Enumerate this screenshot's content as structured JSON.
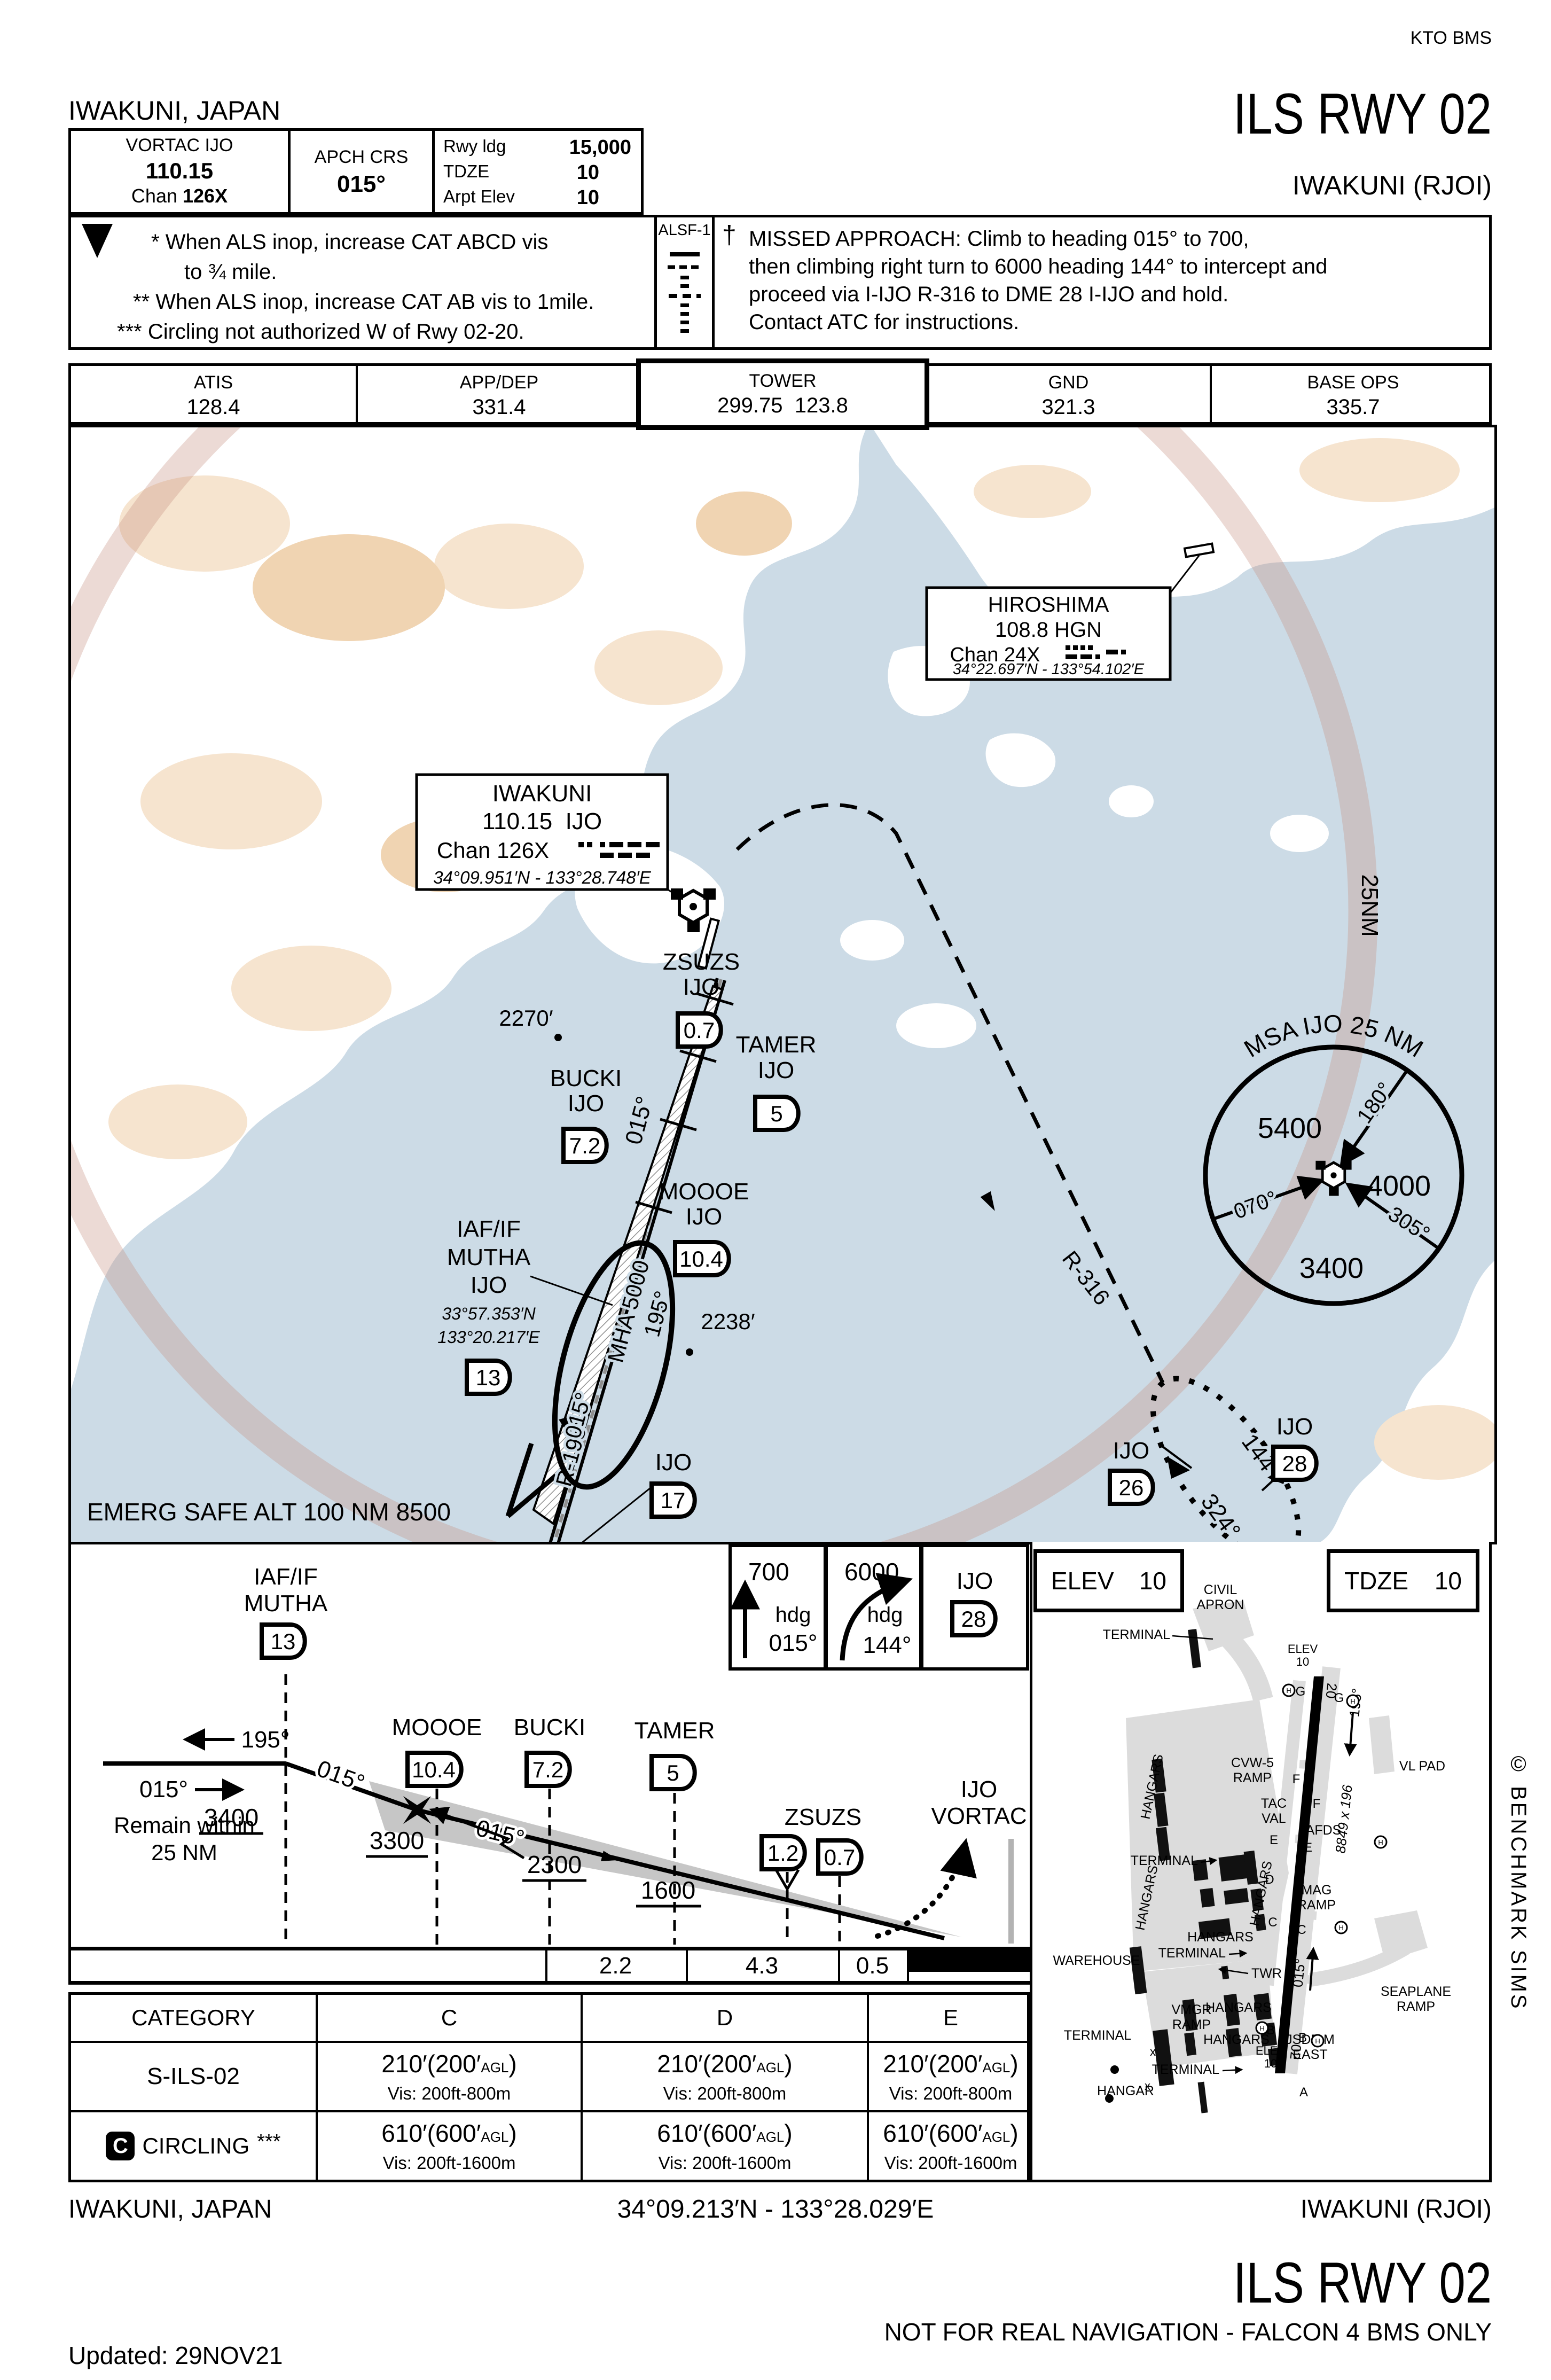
{
  "page": {
    "kto": "KTO BMS",
    "city": "IWAKUNI, JAPAN",
    "title": "ILS RWY 02",
    "airport": "IWAKUNI (RJOI)"
  },
  "header": {
    "navaid_name": "VORTAC IJO",
    "navaid_freq": "110.15",
    "navaid_chan_label": "Chan ",
    "navaid_chan": "126X",
    "apch_label": "APCH CRS",
    "apch_crs": "015°",
    "rwy_ldg_label": "Rwy ldg",
    "rwy_ldg": "15,000",
    "tdze_label": "TDZE",
    "tdze": "10",
    "arpt_elev_label": "Arpt Elev",
    "arpt_elev": "10"
  },
  "notes": {
    "t_icon": "T",
    "star1": "*",
    "line1": "When ALS inop, increase CAT ABCD vis",
    "line2": "to ¾ mile.",
    "star2": "**",
    "line3": "When ALS inop, increase CAT AB vis to 1mile.",
    "star3": "***",
    "line4": "Circling not authorized W of Rwy 02-20.",
    "alsf": "ALSF-1",
    "dagger": "†",
    "ma1": "MISSED APPROACH: Climb to heading 015° to 700,",
    "ma2": "then climbing right turn to 6000 heading 144° to intercept and",
    "ma3": "proceed via I-IJO R-316 to DME 28 I-IJO and hold.",
    "ma4": "Contact ATC for instructions."
  },
  "freqs": [
    {
      "name": "ATIS",
      "value": "128.4"
    },
    {
      "name": "APP/DEP",
      "value": "331.4"
    },
    {
      "name": "TOWER",
      "value": "299.75  123.8"
    },
    {
      "name": "GND",
      "value": "321.3"
    },
    {
      "name": "BASE OPS",
      "value": "335.7"
    }
  ],
  "plan": {
    "hiroshima": {
      "name": "HIROSHIMA",
      "freq": "108.8 HGN",
      "chan": "Chan 24X",
      "coords": "34°22.697′N - 133°54.102′E"
    },
    "iwakuni": {
      "name": "IWAKUNI",
      "freq": "110.15  IJO",
      "chan": "Chan 126X",
      "coords": "34°09.951′N - 133°28.748′E"
    },
    "ijo": "IJO",
    "zsuzs": "ZSUZS",
    "d07": "0.7",
    "tamer": "TAMER",
    "d5": "5",
    "bucki": "BUCKI",
    "d72": "7.2",
    "moooe": "MOOOE",
    "d104": "10.4",
    "mutha_role": "IAF/IF",
    "mutha": "MUTHA",
    "mutha_lat": "33°57.353′N",
    "mutha_lon": "133°20.217′E",
    "d13": "13",
    "d17": "17",
    "d26": "26",
    "d28": "28",
    "spot1": "2270′",
    "spot2": "2238′",
    "crs015": "015°",
    "crs195": "195°",
    "mha": "MHA 5000",
    "r195": "R-195°",
    "r316": "R-316",
    "hold_in": "144°",
    "hold_out": "324°",
    "ring": "25NM",
    "msa_title": "MSA IJO 25 NM",
    "msa_s1": "5400",
    "msa_s2": "4000",
    "msa_s3": "3400",
    "msa_b1": "180°",
    "msa_b2": "070°",
    "msa_b3": "305°",
    "emerg": "EMERG SAFE ALT 100 NM 8500"
  },
  "profile": {
    "ma_alt1": "700",
    "ma_hdg_label1": "hdg",
    "ma_hdg1": "015°",
    "ma_alt2": "6000",
    "ma_hdg_label2": "hdg",
    "ma_hdg2": "144°",
    "ijo": "IJO",
    "d28": "28",
    "iaf": "IAF/IF",
    "mutha": "MUTHA",
    "d13": "13",
    "crs195": "195°",
    "crs015a": "015°",
    "crs015b": "015°",
    "crs015c": "015°",
    "alt3400": "3400",
    "alt3300": "3300",
    "alt2300": "2300",
    "alt1600": "1600",
    "moooe": "MOOOE",
    "d104": "10.4",
    "bucki": "BUCKI",
    "d72": "7.2",
    "tamer": "TAMER",
    "d5": "5",
    "zsuzs": "ZSUZS",
    "d12": "1.2",
    "d07": "0.7",
    "vortac1": "IJO",
    "vortac2": "VORTAC",
    "remain1": "Remain within",
    "remain2": "25 NM",
    "dist": [
      "2.2",
      "4.3",
      "0.5"
    ]
  },
  "minima": {
    "h": [
      "CATEGORY",
      "C",
      "D",
      "E"
    ],
    "r1_name": "S-ILS-02",
    "r1_main": "210′(200′",
    "r1_sub": "AGL",
    "r1_close": ")",
    "r1_vis": "Vis: 200ft-800m",
    "r2_icon": "C",
    "r2_name": "CIRCLING",
    "r2_stars": "***",
    "r2_main": "610′(600′",
    "r2_sub": "AGL",
    "r2_close": ")",
    "r2_vis": "Vis: 200ft-1600m"
  },
  "airport": {
    "elev_label": "ELEV",
    "elev": "10",
    "tdze_label": "TDZE",
    "tdze": "10",
    "labels": [
      "CIVIL",
      "APRON",
      "TERMINAL",
      "HANGARS",
      "CVW-5",
      "RAMP",
      "TAC",
      "VAL",
      "AFDS",
      "TERMINAL",
      "HANGARS",
      "HANGARS",
      "MAG",
      "RAMP",
      "HANGARS",
      "TERMINAL",
      "WAREHOUSE",
      "TWR",
      "VMGR",
      "RAMP",
      "HANGARS",
      "TERMINAL",
      "HANGARS",
      "JSDF-M",
      "EAST",
      "TERMINAL",
      "HANGAR",
      "SEAPLANE",
      "RAMP",
      "VL PAD",
      "8849 x 196",
      "195°",
      "015°",
      "20",
      "02",
      "ELEV",
      "10",
      "ELEV",
      "10",
      "A",
      "B",
      "B",
      "C",
      "C",
      "D",
      "E",
      "E",
      "F",
      "F",
      "G",
      "G"
    ],
    "copyright": "© BENCHMARK SIMS"
  },
  "footer": {
    "city": "IWAKUNI, JAPAN",
    "coords": "34°09.213′N - 133°28.029′E",
    "airport": "IWAKUNI (RJOI)",
    "title": "ILS RWY 02",
    "disclaimer": "NOT FOR REAL NAVIGATION - FALCON 4 BMS ONLY",
    "updated": "Updated: 29NOV21"
  }
}
